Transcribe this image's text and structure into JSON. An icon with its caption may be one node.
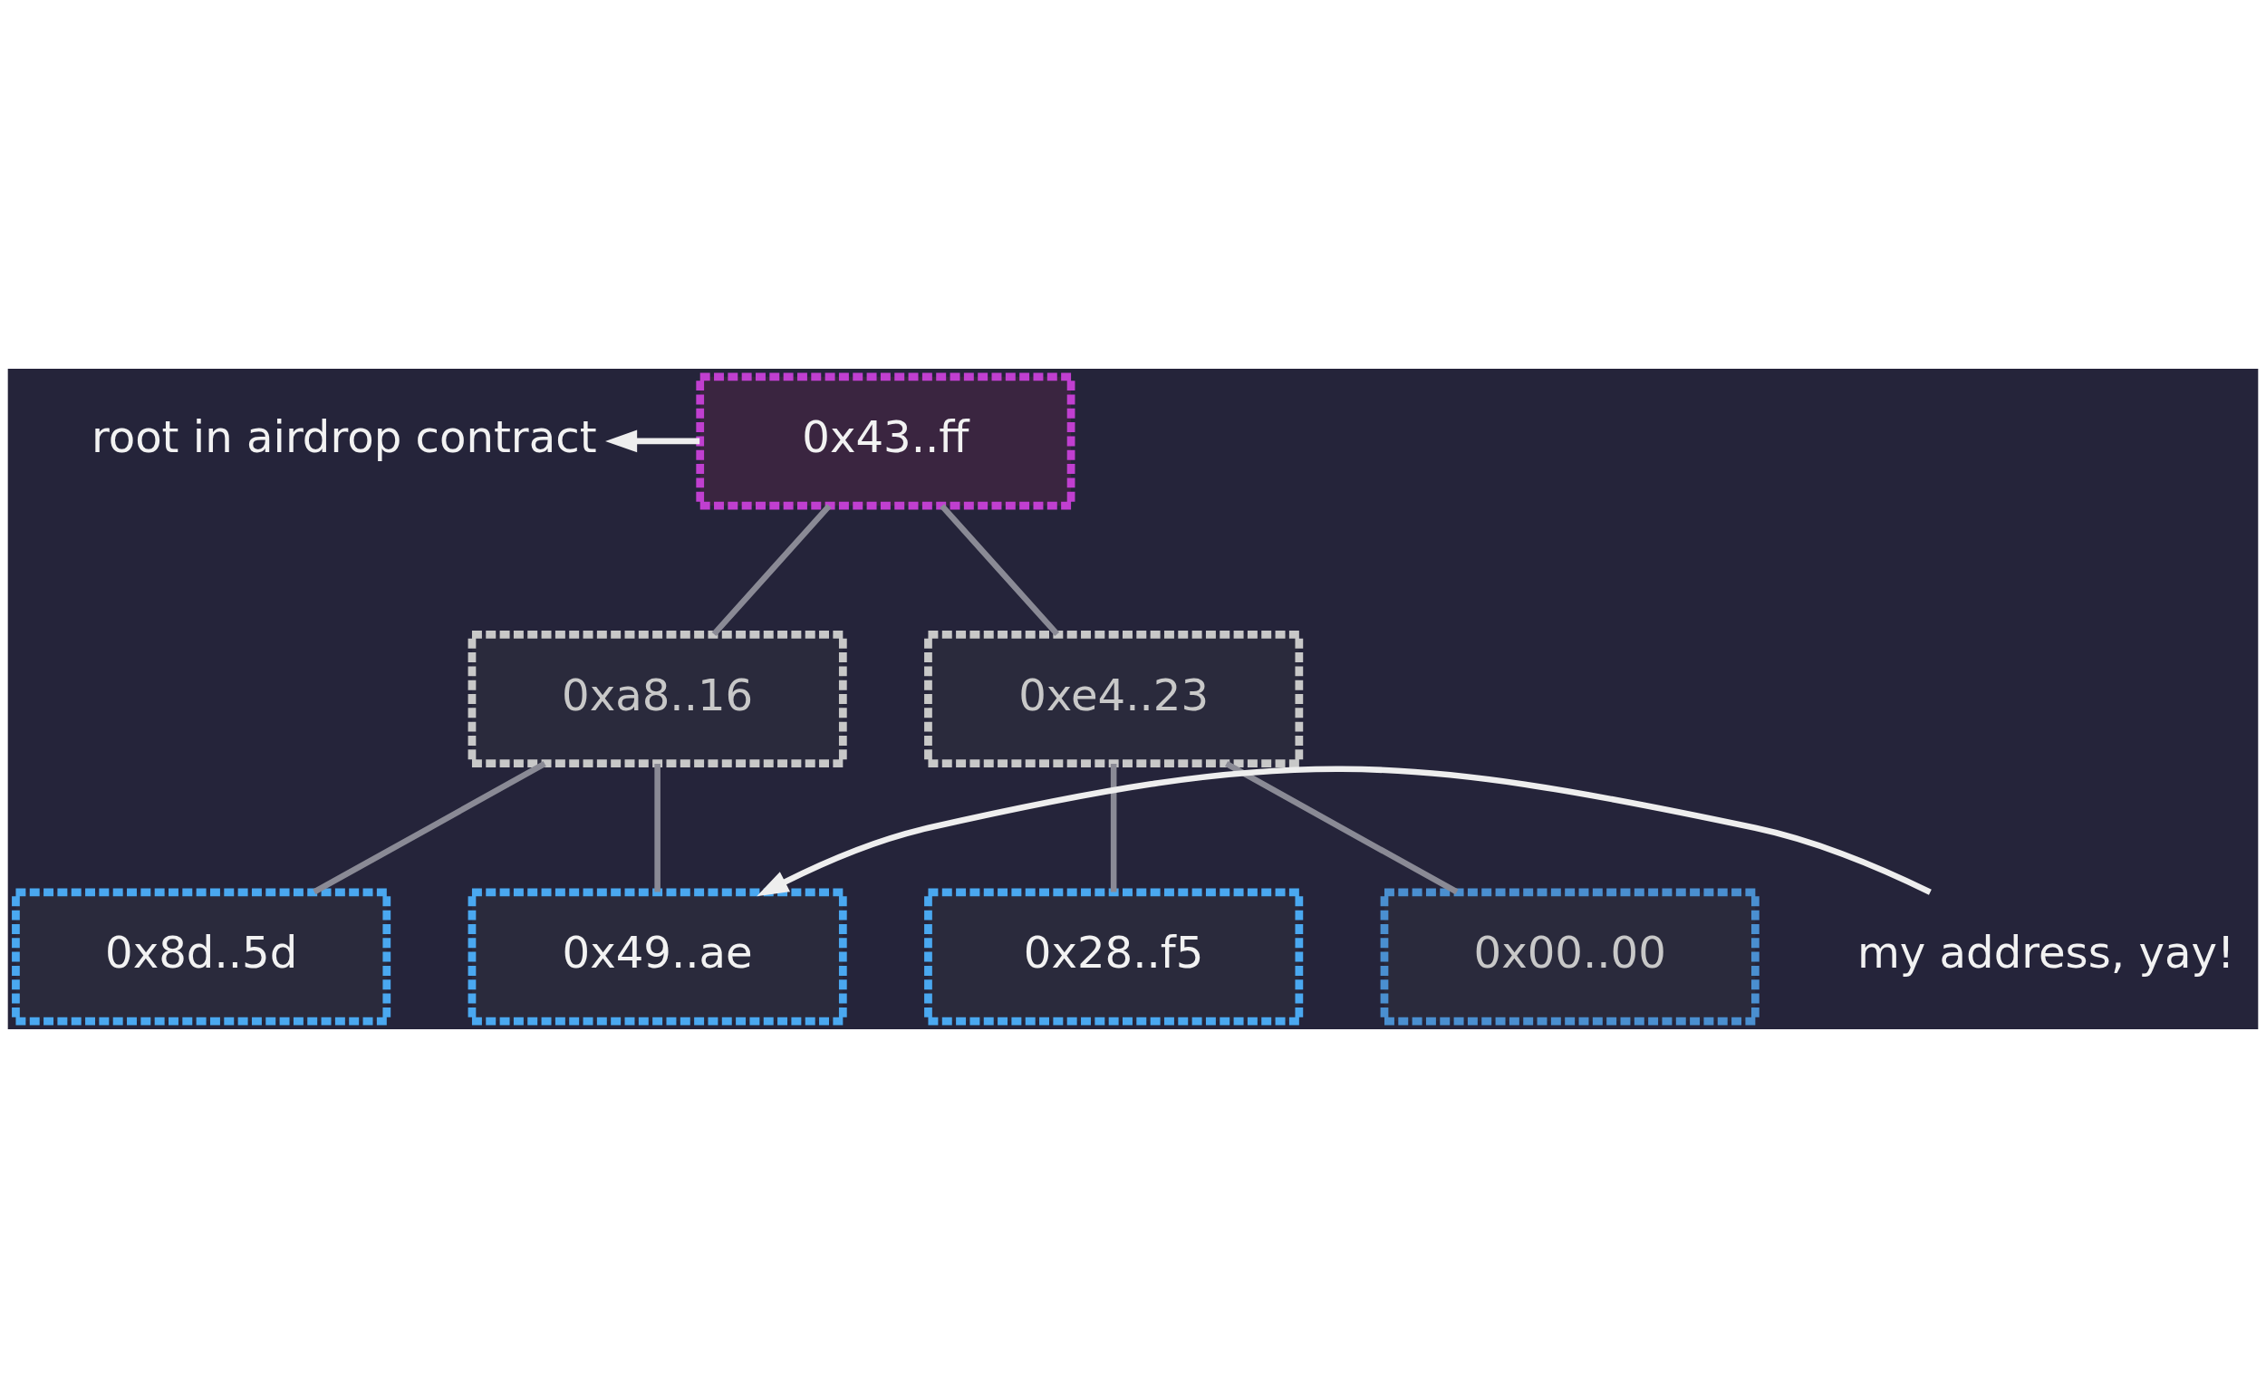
{
  "diagram": {
    "nodes": [
      {
        "text": [
          "root in airdrop contract"
        ]
      },
      {
        "text": [
          "0x43..ff"
        ]
      },
      {
        "text": [
          "0xa8..16"
        ]
      },
      {
        "text": [
          "0xe4..23"
        ]
      },
      {
        "text": [
          "0x8d..5d"
        ]
      },
      {
        "text": [
          "0x49..ae"
        ]
      },
      {
        "text": [
          "0x28..f5"
        ]
      },
      {
        "text": [
          "0x00..00"
        ]
      },
      {
        "text": [
          "my address, yay!"
        ]
      }
    ],
    "edges": [
      {
        "from": 1,
        "to": 0,
        "arrow": "to",
        "color": "#eeeeee"
      },
      {
        "from": 1,
        "to": 2,
        "arrow": "none"
      },
      {
        "from": 1,
        "to": 3,
        "arrow": "none"
      },
      {
        "from": 2,
        "to": 4,
        "arrow": "none"
      },
      {
        "from": 2,
        "to": 5,
        "arrow": "none"
      },
      {
        "from": 3,
        "to": 6,
        "arrow": "none"
      },
      {
        "from": 3,
        "to": 7,
        "arrow": "none"
      },
      {
        "from": 8,
        "to": 5,
        "arrow": "to",
        "color": "#eeeeee"
      }
    ]
  }
}
